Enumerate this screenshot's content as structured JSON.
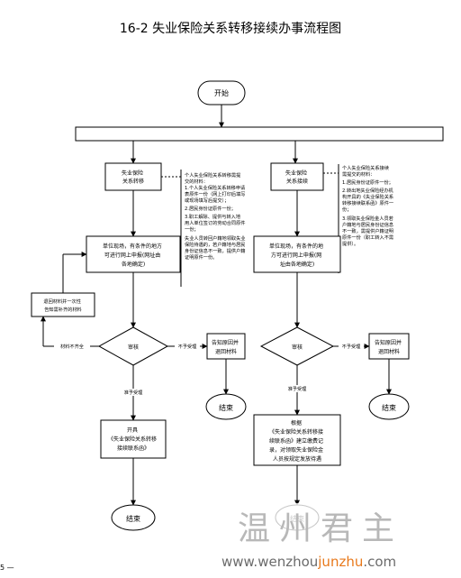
{
  "title": "16-2 失业保险关系转移接续办事流程图",
  "start": "开始",
  "left": {
    "transfer": [
      "失业保险",
      "关系转移"
    ],
    "note": [
      "个人失业保险关系转移需提",
      "交的材料：",
      "1.个人失业保险关系转移申请",
      "表原件一份（网上打印后填写",
      "或现场填写后提交）；",
      "2.居民身份证原件一份；",
      "3.职工解除、提供与转入地",
      "用人单位签订的劳动合同原件",
      "一份；",
      "失业人员转回户籍地领取失业",
      "保险待遇的，若户籍地与居民",
      "身份证信息不一致，提供户籍",
      "证明原件一份。"
    ],
    "onsite": [
      "单位现场，有条件的地方",
      "可进行网上申报(网址由",
      "各地确定)"
    ],
    "return_box": [
      "退回材料并一次性",
      "告知需补齐的材料"
    ],
    "insufficient": "材料不齐全",
    "review": "审核",
    "reject": "不予受理",
    "inform": [
      "告知原因并",
      "退回材料"
    ],
    "end1": "结束",
    "accept": "准予受理",
    "issue": [
      "开具",
      "《失业保险关系转移",
      "接续联系函》"
    ],
    "end2": "结束"
  },
  "right": {
    "connect": [
      "失业保险",
      "关系接续"
    ],
    "note": [
      "个人失业保险关系接续",
      "需提交的材料：",
      "1.居民身份证原件一份；",
      "2.转出地失业保险经办机",
      "构开具的《失业保险关系",
      "转移接续联系函》原件一",
      "份；",
      "3.领取失业保险金人员若",
      "户籍地与居民身份证信息",
      "不一致，需提供户籍证明",
      "原件一份（职工转入不需",
      "提供）。"
    ],
    "onsite": [
      "单位现场，有条件的地",
      "方可进行网上申报(网",
      "址由各地确定)"
    ],
    "review": "审核",
    "reject": "不予受理",
    "inform": [
      "告知原因并",
      "退回材料"
    ],
    "end1": "结束",
    "accept": "准予受理",
    "process": [
      "根据",
      "《失业保险关系转移接",
      "续联系函》建立缴费记",
      "录，对领取失业保险金",
      "人员按规定发放待遇"
    ],
    "end2": "结束"
  },
  "footer_mark": "5 —",
  "watermark": {
    "brand": "温州君主",
    "url_pre": "www.wenzhou",
    "url_mid": "junzhu",
    "url_post": ".com"
  }
}
